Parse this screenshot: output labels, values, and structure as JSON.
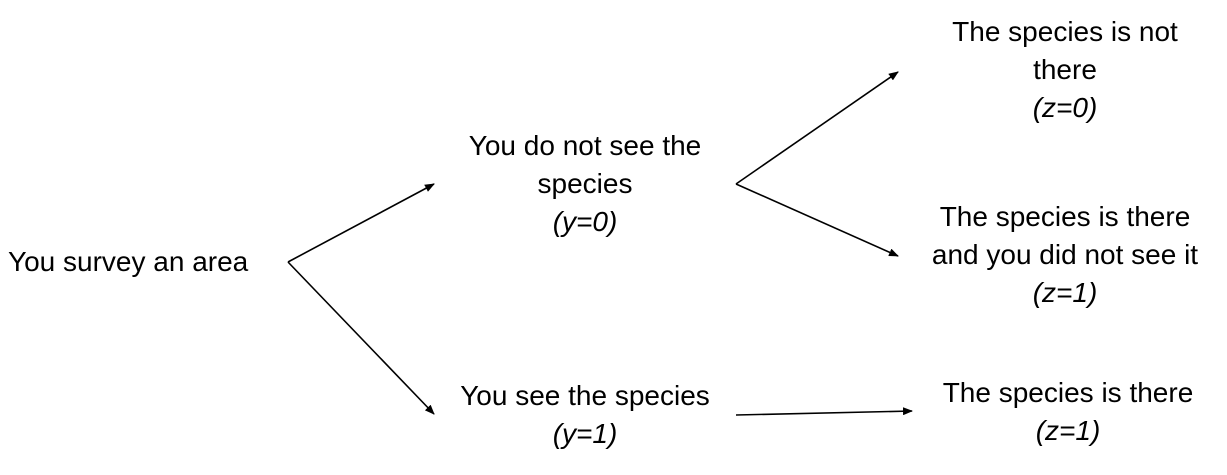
{
  "diagram": {
    "root": {
      "label": "You survey an area"
    },
    "not_seen": {
      "lines": [
        "You do not see the",
        "species"
      ],
      "var": "(y=0)"
    },
    "seen": {
      "lines": [
        "You see the species"
      ],
      "var": "(y=1)"
    },
    "absent": {
      "lines": [
        "The species is not",
        "there"
      ],
      "var": "(z=0)"
    },
    "present_missed": {
      "lines": [
        "The species is there",
        "and you did not see it"
      ],
      "var": "(z=1)"
    },
    "present": {
      "lines": [
        "The species is there"
      ],
      "var": "(z=1)"
    },
    "edges": [
      {
        "from": "root",
        "to": "not_seen"
      },
      {
        "from": "root",
        "to": "seen"
      },
      {
        "from": "not_seen",
        "to": "absent"
      },
      {
        "from": "not_seen",
        "to": "present_missed"
      },
      {
        "from": "seen",
        "to": "present"
      }
    ]
  }
}
